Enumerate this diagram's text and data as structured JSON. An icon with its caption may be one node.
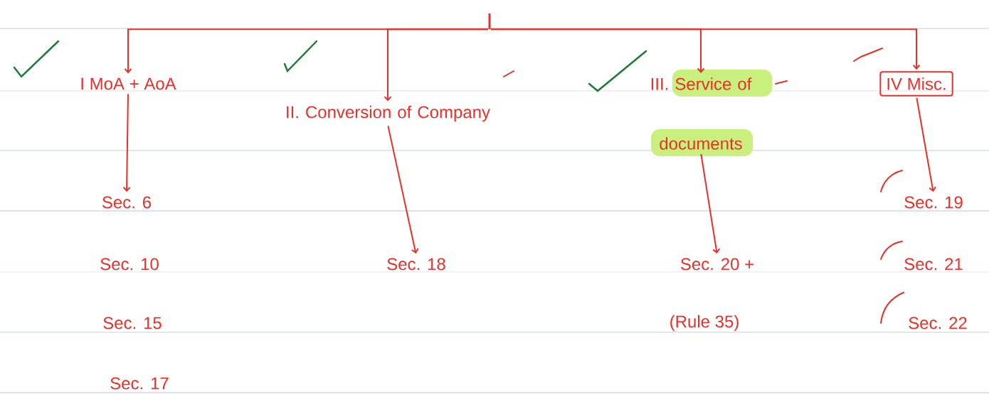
{
  "diagram": {
    "nodes": [
      {
        "text": [],
        "shape": "bar"
      },
      {
        "text": [
          "I MoA + AoA"
        ]
      },
      {
        "text": [
          "II. Conversion of Company"
        ]
      },
      {
        "text": [
          "III. Service of documents"
        ]
      },
      {
        "text": [
          "IV Misc."
        ]
      },
      {
        "text": [
          "Sec. 6"
        ]
      },
      {
        "text": [
          "Sec. 18"
        ]
      },
      {
        "text": [
          "Sec. 20 +"
        ]
      },
      {
        "text": [
          "Sec. 19"
        ]
      }
    ],
    "edges": [
      {
        "from": 0,
        "to": 1,
        "arrow": "to"
      },
      {
        "from": 0,
        "to": 2,
        "arrow": "to"
      },
      {
        "from": 0,
        "to": 3,
        "arrow": "to"
      },
      {
        "from": 0,
        "to": 4,
        "arrow": "to"
      },
      {
        "from": 1,
        "to": 5,
        "arrow": "to"
      },
      {
        "from": 2,
        "to": 6,
        "arrow": "to"
      },
      {
        "from": 3,
        "to": 7,
        "arrow": "to"
      },
      {
        "from": 4,
        "to": 8,
        "arrow": "to"
      }
    ],
    "labels": [
      "Sec. 10",
      "Sec. 21",
      "Sec. 15",
      "(Rule 35)",
      "Sec. 22",
      "Sec. 17"
    ]
  }
}
